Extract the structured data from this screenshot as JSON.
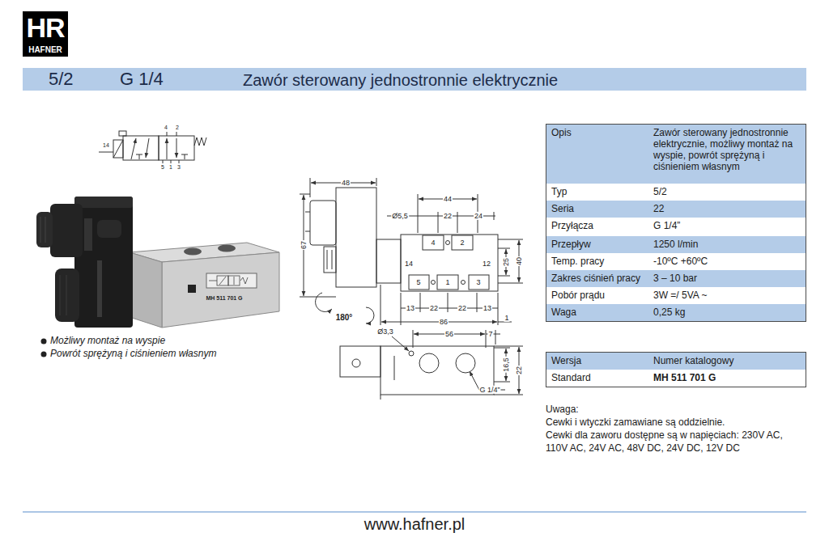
{
  "diagram": {
    "caption": "www.hafner.pl",
    "nodes": [
      {
        "text": [
          "HR",
          "HAFNER"
        ]
      },
      {
        "text": [
          "5/2",
          "G 1/4",
          "Zawór sterowany jednostronnie elektrycznie"
        ]
      },
      {
        "text": [
          "Opis",
          "Zawór sterowany jednostronnie elektrycznie, możliwy montaż na wyspie, powrót sprężyną i ciśnieniem własnym"
        ]
      },
      {
        "text": [
          "Typ",
          "5/2"
        ]
      },
      {
        "text": [
          "Seria",
          "22"
        ]
      },
      {
        "text": [
          "Przyłącza",
          "G 1/4”"
        ]
      },
      {
        "text": [
          "Przepływ",
          "1250 l/min"
        ]
      },
      {
        "text": [
          "Temp. pracy",
          "-10ºC +60ºC"
        ]
      },
      {
        "text": [
          "Zakres ciśnień pracy",
          "3 – 10 bar"
        ]
      },
      {
        "text": [
          "Pobór prądu",
          "3W =/ 5VA ~"
        ]
      },
      {
        "text": [
          "Waga",
          "0,25 kg"
        ]
      },
      {
        "text": [
          "Wersja",
          "Numer katalogowy"
        ]
      },
      {
        "text": [
          "Standard",
          "MH 511 701 G"
        ]
      }
    ],
    "labels": [
      "Możliwy montaż na wyspie",
      "Powrót sprężyną i ciśnieniem własnym",
      "4",
      "2",
      "14",
      "5",
      "1",
      "3",
      "MH 511 701 G",
      "48",
      "44",
      "Ø5,5",
      "22",
      "24",
      "67",
      "4",
      "2",
      "14",
      "12",
      "25",
      "40",
      "5",
      "1",
      "3",
      "13",
      "22",
      "22",
      "13",
      "86",
      "1",
      "180°",
      "Ø3,3",
      "56",
      "7",
      "16,5",
      "22",
      "G 1/4”",
      "Uwaga:",
      "Cewki i wtyczki zamawiane są oddzielnie.",
      "Cewki dla zaworu dostępne są w napięciach: 230V AC, 110V AC, 24V AC, 48V DC, 24V DC, 12V DC"
    ]
  }
}
